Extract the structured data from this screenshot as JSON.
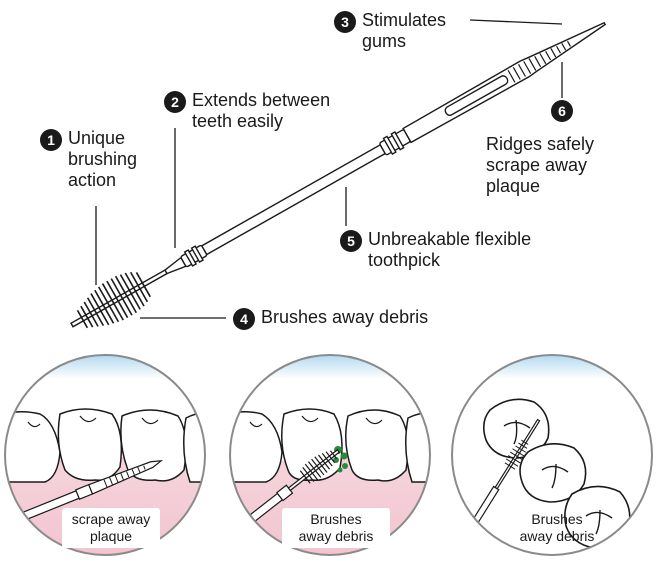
{
  "callouts": [
    {
      "number": "1",
      "text": "Unique\nbrushing\naction"
    },
    {
      "number": "2",
      "text": "Extends between\nteeth easily"
    },
    {
      "number": "3",
      "text": "Stimulates\ngums"
    },
    {
      "number": "4",
      "text": "Brushes away debris"
    },
    {
      "number": "5",
      "text": "Unbreakable flexible\ntoothpick"
    },
    {
      "number": "6",
      "text": "Ridges safely\nscrape away\nplaque"
    }
  ],
  "panels": [
    {
      "caption": "scrape away\nplaque"
    },
    {
      "caption": "Brushes\naway debris"
    },
    {
      "caption": "Brushes\naway debris"
    }
  ],
  "colors": {
    "outline": "#1a1a1a",
    "gum_pink": "#f2c4cf",
    "sky_blue": "#a9d4ee",
    "debris_green": "#2a8a3a",
    "tooth_white": "#ffffff"
  }
}
